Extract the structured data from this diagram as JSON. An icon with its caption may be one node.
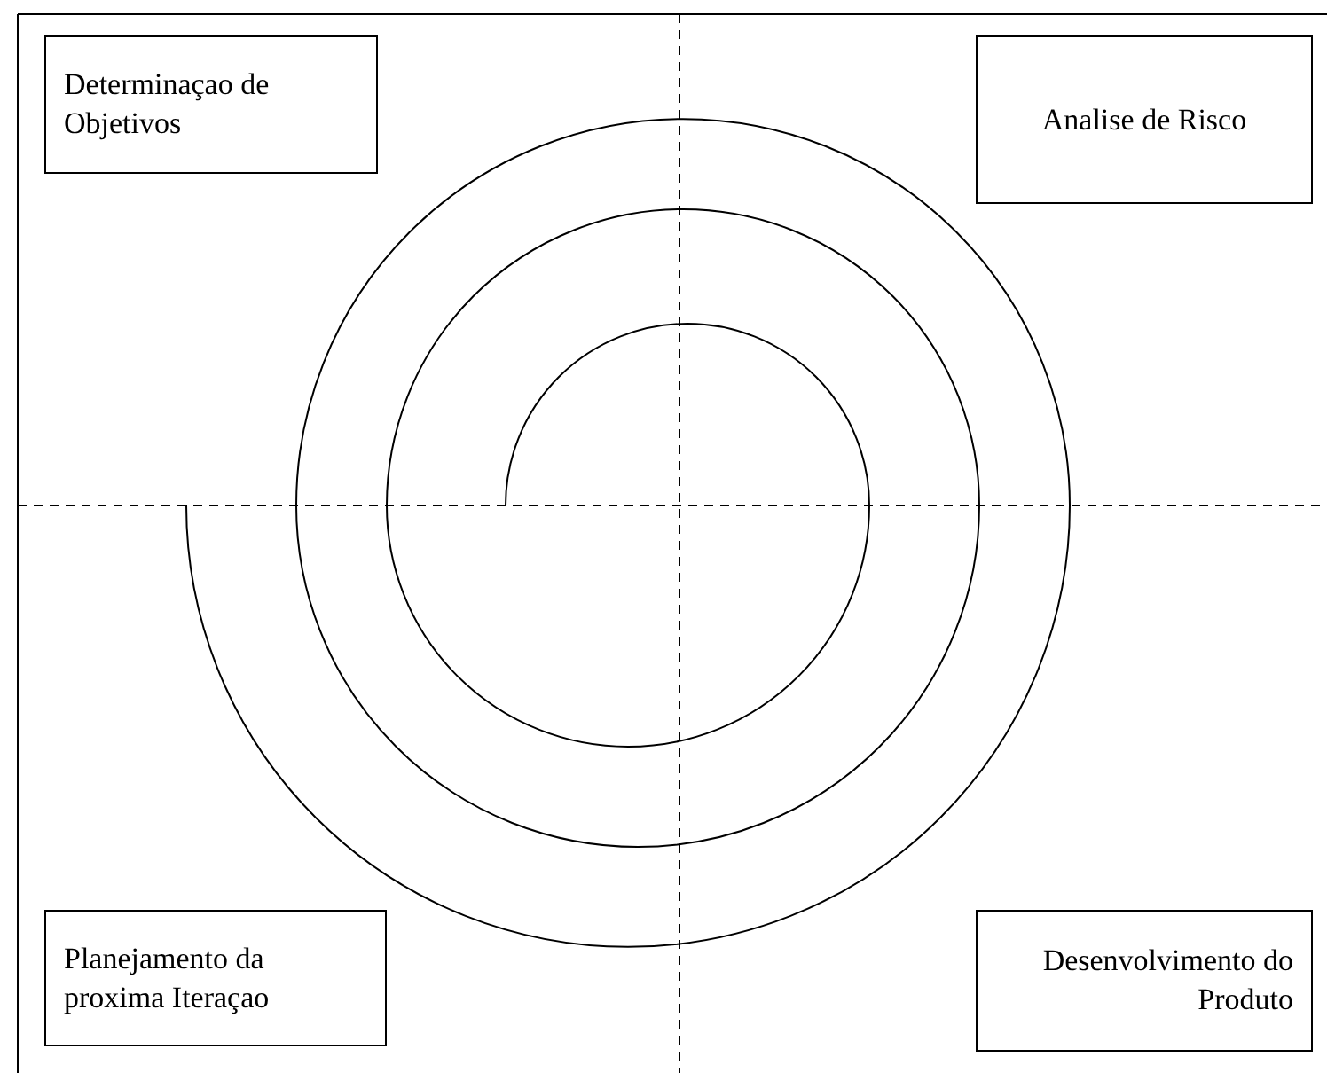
{
  "diagram": {
    "nodes": [
      {
        "text": [
          "Determinaçao de Objetivos"
        ]
      },
      {
        "text": [
          "Analise de Risco"
        ]
      },
      {
        "text": [
          "Planejamento da proxima Iteraçao"
        ]
      },
      {
        "text": [
          "Desenvolvimento do Produto"
        ]
      }
    ]
  }
}
